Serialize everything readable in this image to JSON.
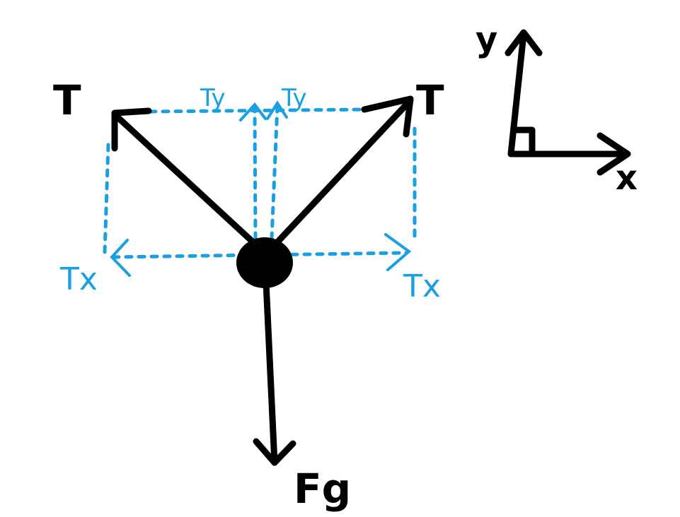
{
  "labels": {
    "tension_left": "T",
    "tension_right": "T",
    "ty_left": "Ty",
    "ty_right": "Ty",
    "tx_left": "Tx",
    "tx_right": "Tx",
    "gravity": "Fg",
    "axis_y": "y",
    "axis_x": "x"
  },
  "colors": {
    "force": "#000000",
    "component": "#1a9fe0"
  }
}
